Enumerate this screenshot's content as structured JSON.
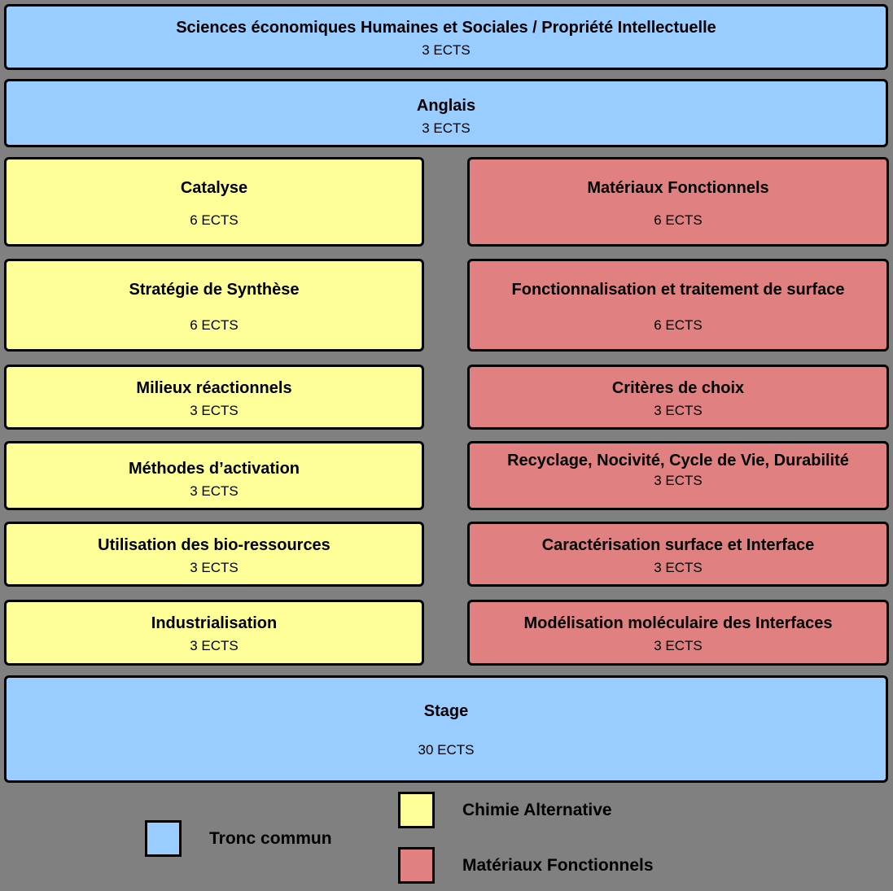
{
  "colors": {
    "background": "#808080",
    "tronc_commun": "#99CCFF",
    "chimie_alternative": "#FFFF99",
    "materiaux_fonctionnels": "#E08080",
    "border": "#000000"
  },
  "top_rows": [
    {
      "title": "Sciences économiques Humaines et Sociales / Propriété Intellectuelle",
      "ects": "3 ECTS"
    },
    {
      "title": "Anglais",
      "ects": "3 ECTS"
    }
  ],
  "left": [
    {
      "title": "Catalyse",
      "ects": "6 ECTS"
    },
    {
      "title": "Stratégie de Synthèse",
      "ects": "6 ECTS"
    },
    {
      "title": "Milieux réactionnels",
      "ects": "3 ECTS"
    },
    {
      "title": "Méthodes d’activation",
      "ects": "3 ECTS"
    },
    {
      "title": "Utilisation des bio-ressources",
      "ects": "3 ECTS"
    },
    {
      "title": "Industrialisation",
      "ects": "3 ECTS"
    }
  ],
  "right": [
    {
      "title": "Matériaux Fonctionnels",
      "ects": "6 ECTS"
    },
    {
      "title": "Fonctionnalisation et traitement de surface",
      "ects": "6 ECTS"
    },
    {
      "title": "Critères de choix",
      "ects": "3 ECTS"
    },
    {
      "title": "Recyclage, Nocivité, Cycle de Vie, Durabilité",
      "ects": "3 ECTS"
    },
    {
      "title": "Caractérisation surface et Interface",
      "ects": "3 ECTS"
    },
    {
      "title": "Modélisation moléculaire des Interfaces",
      "ects": "3 ECTS"
    }
  ],
  "stage": {
    "title": "Stage",
    "ects": "30 ECTS"
  },
  "legend": {
    "tronc": {
      "label": "Tronc commun",
      "color": "#99CCFF"
    },
    "chimie": {
      "label": "Chimie Alternative",
      "color": "#FFFF99"
    },
    "materiaux": {
      "label": "Matériaux Fonctionnels",
      "color": "#E08080"
    }
  }
}
